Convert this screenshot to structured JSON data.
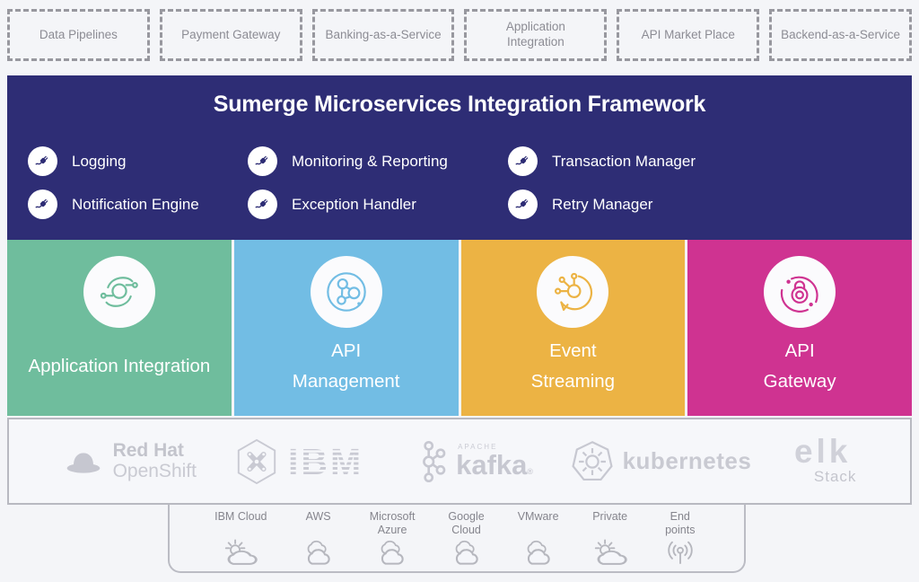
{
  "capabilities": {
    "items": [
      {
        "label": "Data Pipelines"
      },
      {
        "label": "Payment Gateway"
      },
      {
        "label": "Banking-as-a-Service"
      },
      {
        "label": "Application Integration"
      },
      {
        "label": "API Market Place"
      },
      {
        "label": "Backend-as-a-Service"
      }
    ]
  },
  "framework": {
    "title": "Sumerge Microservices Integration Framework",
    "bg_color": "#2e2d75",
    "features": [
      {
        "label": "Logging"
      },
      {
        "label": "Monitoring & Reporting"
      },
      {
        "label": "Transaction Manager"
      },
      {
        "label": "Notification Engine"
      },
      {
        "label": "Exception Handler"
      },
      {
        "label": "Retry Manager"
      }
    ]
  },
  "pillars": [
    {
      "lines": [
        "Application Integration"
      ],
      "color": "#6fbd9d"
    },
    {
      "lines": [
        "API",
        "Management"
      ],
      "color": "#72bde4"
    },
    {
      "lines": [
        "Event",
        "Streaming"
      ],
      "color": "#ecb344"
    },
    {
      "lines": [
        "API",
        "Gateway"
      ],
      "color": "#cf3391"
    }
  ],
  "technologies": {
    "redhat": {
      "line1": "Red Hat",
      "line2": "OpenShift"
    },
    "ibm": {
      "text": "IBM"
    },
    "kafka": {
      "super": "APACHE",
      "text": "kafka",
      "reg": "®"
    },
    "kubernetes": {
      "text": "kubernetes"
    },
    "elk": {
      "text": "elk",
      "sub": "Stack"
    }
  },
  "deployments": {
    "items": [
      {
        "lines": [
          "IBM Cloud",
          ""
        ]
      },
      {
        "lines": [
          "AWS",
          ""
        ]
      },
      {
        "lines": [
          "Microsoft",
          "Azure"
        ]
      },
      {
        "lines": [
          "Google",
          "Cloud"
        ]
      },
      {
        "lines": [
          "VMware",
          ""
        ]
      },
      {
        "lines": [
          "Private",
          ""
        ]
      },
      {
        "lines": [
          "End",
          "points"
        ]
      }
    ]
  }
}
